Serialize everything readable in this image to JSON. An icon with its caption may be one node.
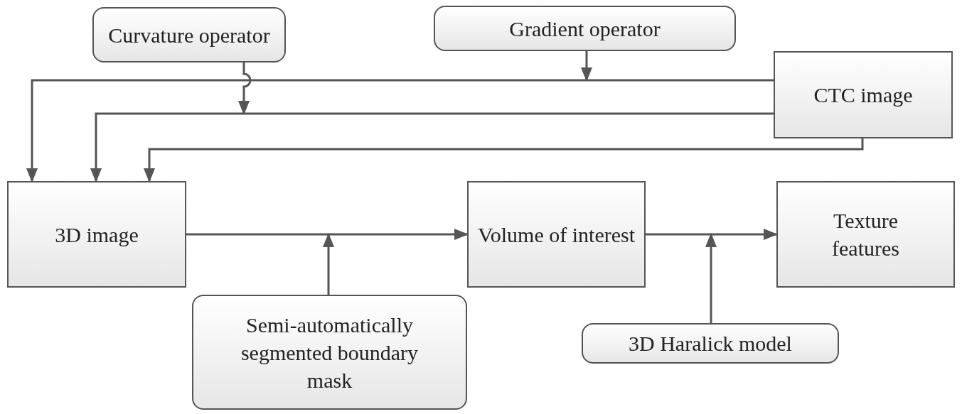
{
  "diagram": {
    "nodes": [
      {
        "text": [
          "Curvature operator"
        ]
      },
      {
        "text": [
          "Gradient operator"
        ]
      },
      {
        "text": [
          "CTC image"
        ]
      },
      {
        "text": [
          "3D image"
        ]
      },
      {
        "text": [
          "Volume of interest"
        ]
      },
      {
        "text": [
          "Texture features"
        ]
      },
      {
        "text": [
          "Semi-automatically segmented boundary mask"
        ]
      },
      {
        "text": [
          "3D Haralick model"
        ]
      }
    ],
    "edges": [
      {
        "from": 2,
        "to": 3,
        "arrow": "to"
      },
      {
        "from": 1,
        "to": 3,
        "arrow": "to"
      },
      {
        "from": 2,
        "to": 3,
        "arrow": "to"
      },
      {
        "from": 0,
        "to": 3,
        "arrow": "to"
      },
      {
        "from": 2,
        "to": 3,
        "arrow": "to"
      },
      {
        "from": 3,
        "to": 4,
        "arrow": "to"
      },
      {
        "from": 6,
        "to": 4,
        "arrow": "to"
      },
      {
        "from": 4,
        "to": 5,
        "arrow": "to"
      },
      {
        "from": 7,
        "to": 5,
        "arrow": "to"
      }
    ]
  }
}
